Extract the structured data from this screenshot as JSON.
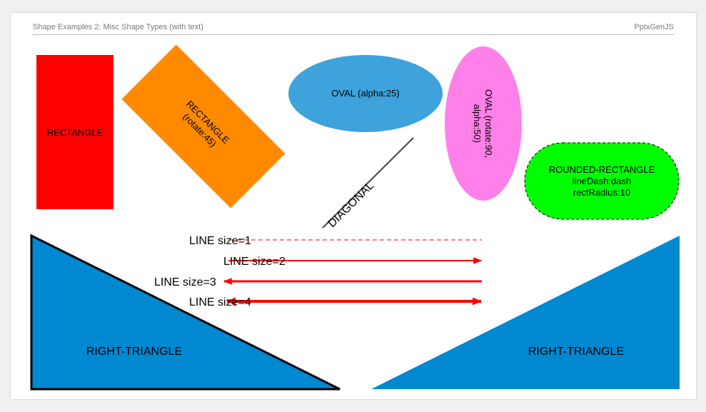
{
  "header": {
    "title": "Shape Examples 2: Misc Shape Types (with text)",
    "brand": "PptxGenJS"
  },
  "shapes": {
    "rectangle": {
      "label": "RECTANGLE",
      "color": "#ff0000"
    },
    "rect_rotated": {
      "label_line1": "RECTANGLE",
      "label_line2": "(rotate:45)",
      "color": "#ff8a00"
    },
    "oval": {
      "label": "OVAL (alpha:25)",
      "color": "#3ea3dc"
    },
    "oval_rotated": {
      "label_line1": "OVAL (rotate:90,",
      "label_line2": "alpha:50)",
      "color": "#ff80e8"
    },
    "rounded_rect": {
      "label_line1": "ROUNDED-RECTANGLE",
      "label_line2": "lineDash:dash",
      "label_line3": "rectRadius:10",
      "color": "#00ff00"
    },
    "diagonal": {
      "label": "DIAGONAL"
    },
    "lines": [
      {
        "label": "LINE size=1"
      },
      {
        "label": "LINE size=2"
      },
      {
        "label": "LINE size=3"
      },
      {
        "label": "LINE size=4"
      }
    ],
    "line_color": "#ff0000",
    "triangle_left": {
      "label": "RIGHT-TRIANGLE",
      "color": "#0088d1"
    },
    "triangle_right": {
      "label": "RIGHT-TRIANGLE",
      "color": "#0088d1"
    }
  }
}
